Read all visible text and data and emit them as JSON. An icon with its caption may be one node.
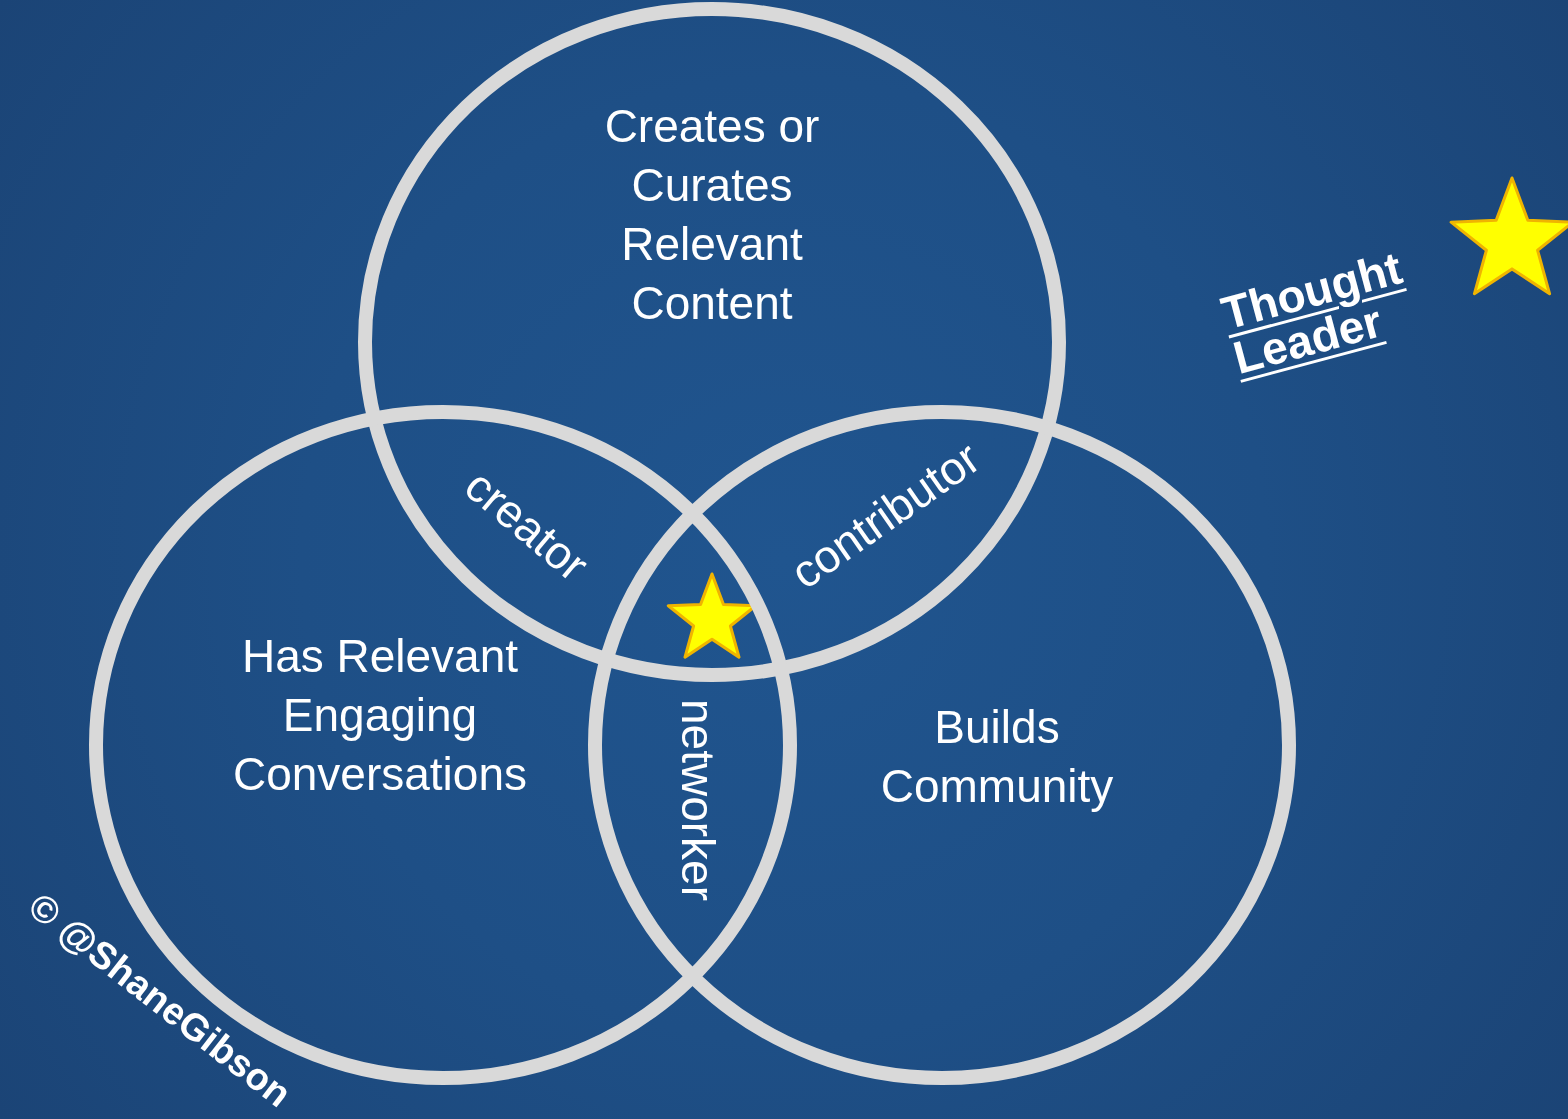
{
  "diagram": {
    "nodes": [
      {
        "text": [
          "Creates or Curates Relevant Content"
        ]
      },
      {
        "text": [
          "Has Relevant Engaging Conversations"
        ]
      },
      {
        "text": [
          "Builds Community"
        ]
      }
    ],
    "labels": [
      "Thought Leader",
      "creator",
      "contributor",
      "networker",
      "© @ShaneGibson"
    ]
  }
}
